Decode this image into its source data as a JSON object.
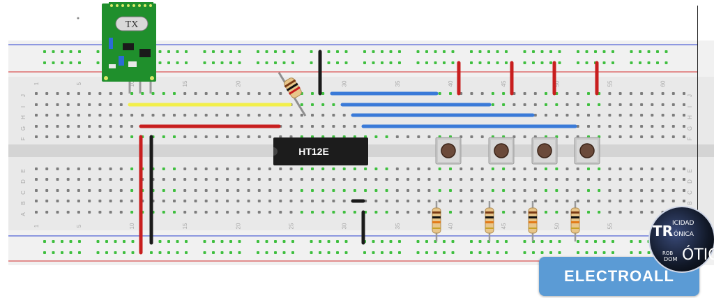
{
  "colors": {
    "board": "#e9e9e9",
    "rail": "#f1f1f1",
    "trench": "#d4d4d4",
    "hole": "#7d7d7d",
    "hole_active": "#3fbf3f",
    "rail_red": "#d22a2a",
    "rail_blue": "#2c3fd0",
    "wire_yellow": "#f2ef4a",
    "wire_red": "#c81e1e",
    "wire_black": "#1a1a1a",
    "wire_blue": "#3a7ad8",
    "ic_body": "#1c1c1c",
    "module_pcb": "#1f8f2c"
  },
  "breadboard": {
    "row_letters_top": [
      "J",
      "I",
      "H",
      "G",
      "F"
    ],
    "row_letters_bottom": [
      "E",
      "D",
      "C",
      "B",
      "A"
    ],
    "column_numbers": [
      "1",
      "5",
      "10",
      "15",
      "20",
      "25",
      "30",
      "35",
      "40",
      "45",
      "50",
      "55",
      "60"
    ]
  },
  "components": {
    "ic_label": "HT12E",
    "rf_module_label": "TX"
  },
  "watermark": {
    "text": "ELECTROALL",
    "logo_line1": "ICIDAD",
    "logo_line2": "ÓNICA",
    "logo_tr": "TR",
    "logo_rob": "ROB",
    "logo_domo": "DOM",
    "logo_otic": "ÓTIC"
  }
}
